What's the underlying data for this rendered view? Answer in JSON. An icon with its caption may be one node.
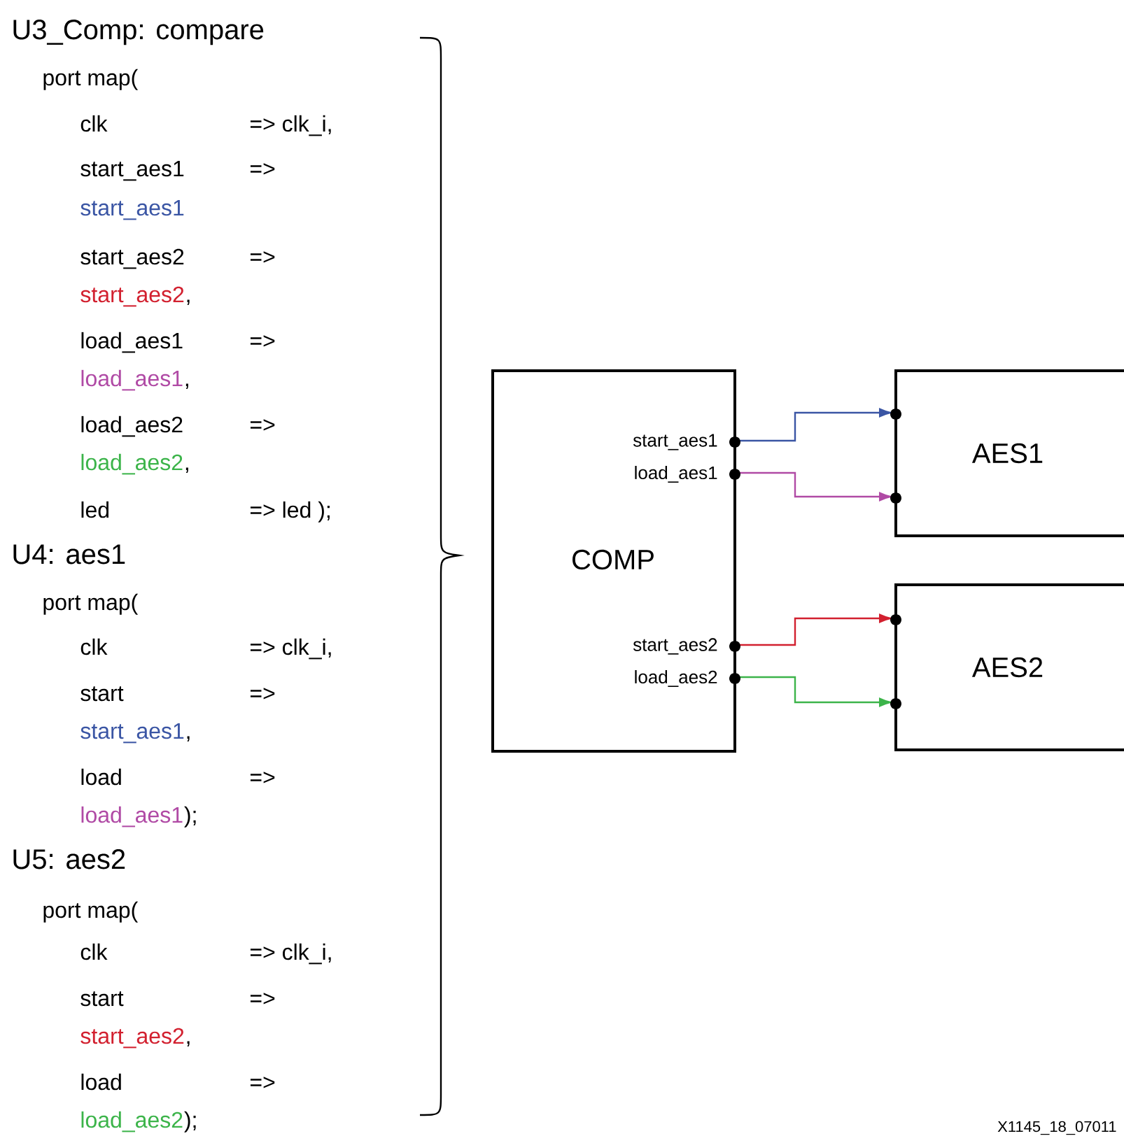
{
  "diagram": {
    "nodes": [
      {
        "text": [
          "start_aes1",
          "load_aes1",
          "COMP",
          "start_aes2",
          "load_aes2"
        ]
      },
      {
        "text": [
          "AES1"
        ]
      },
      {
        "text": [
          "AES2"
        ]
      }
    ],
    "edges": [
      {
        "from": 0,
        "to": 1,
        "arrow": "to",
        "color": "#3a55a4"
      },
      {
        "from": 0,
        "to": 1,
        "arrow": "to",
        "color": "#b04aa5"
      },
      {
        "from": 0,
        "to": 2,
        "arrow": "to",
        "color": "#d2202f"
      },
      {
        "from": 0,
        "to": 2,
        "arrow": "to",
        "color": "#3cb44a"
      }
    ],
    "labels": [
      "U3_Comp:  compare",
      "port map(",
      "clk",
      "=> clk_i,",
      "start_aes1",
      "=>",
      "start_aes1",
      "start_aes2",
      "=>",
      "start_aes2",
      ",",
      "load_aes1",
      "=>",
      "load_aes1",
      ",",
      "load_aes2",
      "=>",
      "load_aes2",
      ",",
      "led",
      "=> led );",
      "U4:  aes1",
      "port map(",
      "clk",
      "=> clk_i,",
      "start",
      "=>",
      "start_aes1",
      ",",
      "load",
      "=>",
      "load_aes1",
      ");",
      "U5:  aes2",
      "port map(",
      "clk",
      "=> clk_i,",
      "start",
      "=>",
      "start_aes2",
      ",",
      "load",
      "=>",
      "load_aes2",
      ");",
      "X1145_18_07011"
    ]
  }
}
